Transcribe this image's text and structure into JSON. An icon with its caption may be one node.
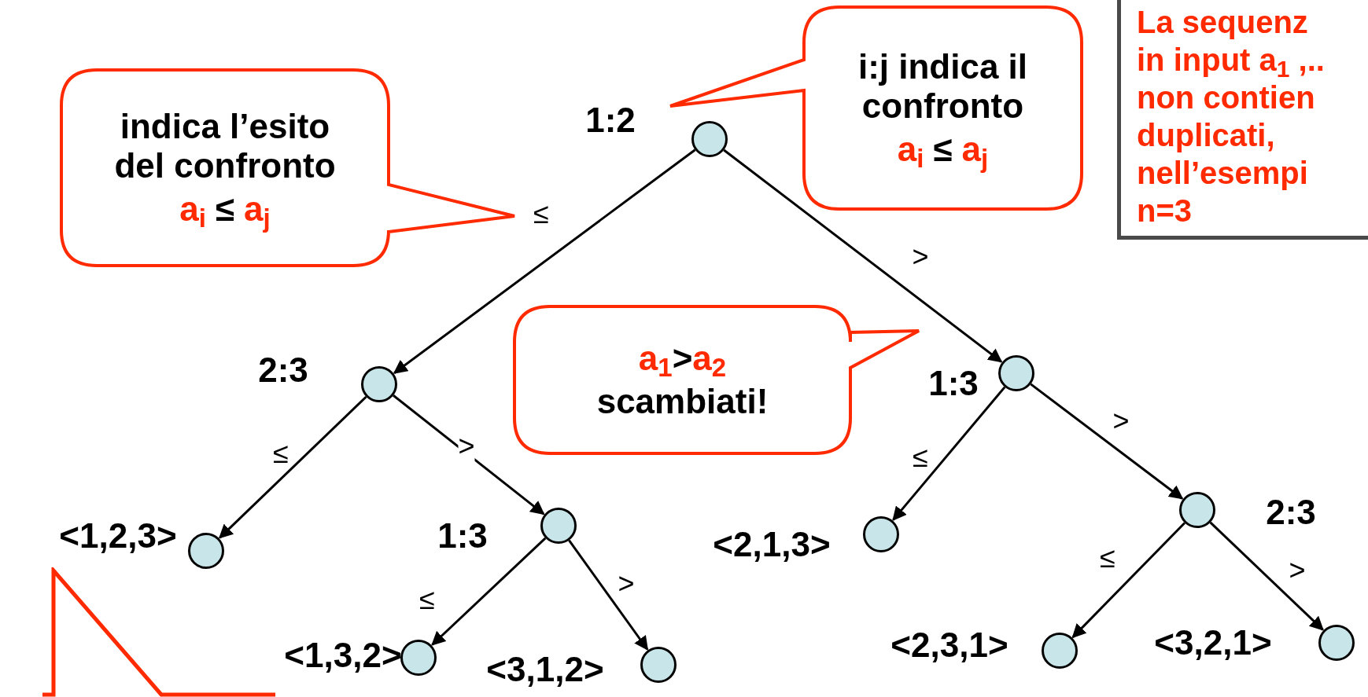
{
  "diagram": {
    "nodes": [
      {
        "text": [
          "indica l’esito del confronto",
          "a$_{i}$",
          "≤",
          "a$_{j}$"
        ]
      },
      {
        "text": [
          "i:j indica il confronto",
          "a$_{i}$",
          "≤",
          "a$_{j}$"
        ]
      },
      {
        "text": [
          "La sequenz in input a$_{1}$ ,.. non contien duplicati, nell’esempi n=3"
        ]
      },
      {
        "text": [],
        "shape": "circle",
        "beside": [
          "1:2"
        ]
      },
      {
        "text": [],
        "shape": "circle",
        "beside": [
          "2:3"
        ]
      },
      {
        "text": [
          "a$_{1}$",
          ">",
          "a$_{2}$",
          "scambiati!"
        ]
      },
      {
        "text": [],
        "shape": "circle",
        "beside": [
          "1:3"
        ]
      },
      {
        "text": [],
        "shape": "circle",
        "beside": [
          "<1,2,3>"
        ]
      },
      {
        "text": [],
        "shape": "circle",
        "beside": [
          "1:3"
        ]
      },
      {
        "text": [],
        "shape": "circle",
        "beside": [
          "<2,1,3>"
        ]
      },
      {
        "text": [],
        "shape": "circle",
        "beside": [
          "2:3"
        ]
      },
      {
        "text": [],
        "shape": "circle",
        "beside": [
          "<1,3,2>"
        ]
      },
      {
        "text": [],
        "shape": "circle",
        "beside": [
          "<3,1,2>"
        ]
      },
      {
        "text": [],
        "shape": "circle",
        "beside": [
          "<2,3,1>"
        ]
      },
      {
        "text": [],
        "shape": "circle",
        "beside": [
          "<3,2,1>"
        ]
      },
      {
        "text": [],
        "shape": "callout"
      }
    ],
    "edges": [
      {
        "from": 3,
        "to": 4,
        "arrow": "to",
        "label": "≤"
      },
      {
        "from": 3,
        "to": 6,
        "arrow": "to",
        "label": ">"
      },
      {
        "from": 4,
        "to": 7,
        "arrow": "to",
        "label": "≤"
      },
      {
        "from": 4,
        "to": 8,
        "arrow": "to",
        "label": ">"
      },
      {
        "from": 6,
        "to": 9,
        "arrow": "to",
        "label": "≤"
      },
      {
        "from": 6,
        "to": 10,
        "arrow": "to",
        "label": ">"
      },
      {
        "from": 8,
        "to": 11,
        "arrow": "to",
        "label": "≤"
      },
      {
        "from": 8,
        "to": 12,
        "arrow": "to",
        "label": ">"
      },
      {
        "from": 10,
        "to": 13,
        "arrow": "to",
        "label": "≤"
      },
      {
        "from": 10,
        "to": 14,
        "arrow": "to",
        "label": ">"
      }
    ]
  }
}
